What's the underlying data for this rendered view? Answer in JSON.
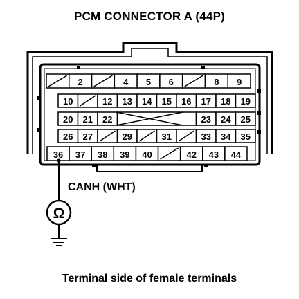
{
  "title": "PCM CONNECTOR A (44P)",
  "wire_label": "CANH (WHT)",
  "meter_symbol": "Ω",
  "meter_icon": "ohmmeter-icon",
  "ground_icon": "ground-icon",
  "caption": "Terminal side of female terminals",
  "colors": {
    "ink": "#000000",
    "background": "#ffffff"
  },
  "connector": {
    "rows": [
      [
        "",
        "2",
        "",
        "4",
        "5",
        "6",
        "",
        "8",
        "9"
      ],
      [
        "10",
        "",
        "12",
        "13",
        "14",
        "15",
        "16",
        "17",
        "18",
        "19"
      ],
      [
        "20",
        "21",
        "22",
        "",
        "",
        "",
        "",
        "23",
        "24",
        "25"
      ],
      [
        "26",
        "27",
        "",
        "29",
        "",
        "31",
        "",
        "33",
        "34",
        "35"
      ],
      [
        "36",
        "37",
        "38",
        "39",
        "40",
        "",
        "42",
        "43",
        "44"
      ]
    ],
    "probed_terminal": "36"
  }
}
